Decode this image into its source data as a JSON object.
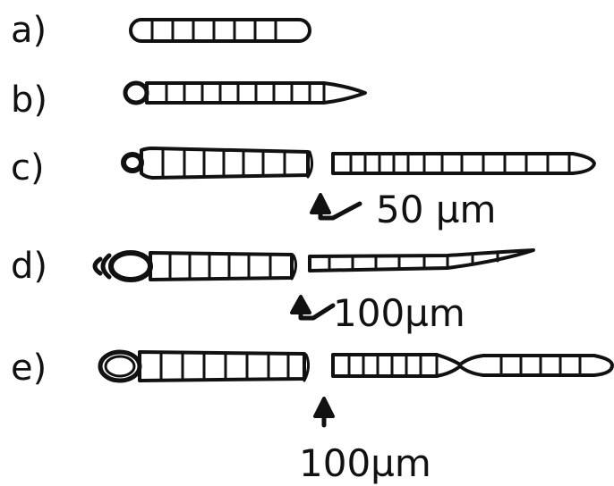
{
  "rows": [
    {
      "label": "a)"
    },
    {
      "label": "b)"
    },
    {
      "label": "c)"
    },
    {
      "label": "d)"
    },
    {
      "label": "e)"
    }
  ],
  "scale_labels": {
    "c": "50 µm",
    "d": "100µm",
    "e": "100µm"
  },
  "colors": {
    "ink": "#111111",
    "background": "#ffffff"
  }
}
